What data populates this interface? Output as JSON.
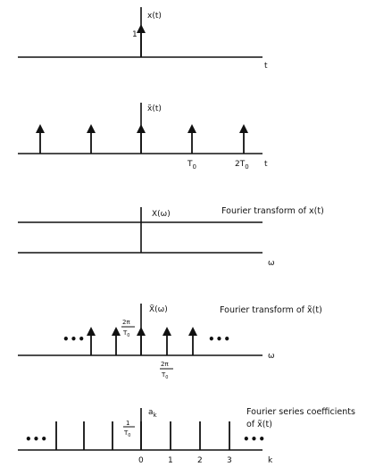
{
  "panel1": {
    "func_label": "x(t)",
    "amplitude_label": "1",
    "t_label": "t"
  },
  "panel2": {
    "func_label": "x̃(t)",
    "tick_T0": "T",
    "tick_2T0_coef": "2T",
    "sub0": "0",
    "t_label": "t"
  },
  "panel3": {
    "func_label": "X(ω)",
    "omega_label": "ω",
    "caption": "Fourier transform of x(t)"
  },
  "panel4": {
    "func_label": "X̃(ω)",
    "frac_num": "2π",
    "frac_den": "T",
    "sub0": "0",
    "omega_label": "ω",
    "caption": "Fourier transform of x̃(t)",
    "ellipsis": "•••"
  },
  "panel5": {
    "coef_label": "a",
    "coef_sub": "k",
    "height_num": "1",
    "height_den": "T",
    "sub0": "0",
    "k_ticks": [
      "0",
      "1",
      "2",
      "3"
    ],
    "k_label": "k",
    "caption_line1": "Fourier series coefficients",
    "caption_line2": "of x̃(t)",
    "ellipsis": "•••"
  }
}
